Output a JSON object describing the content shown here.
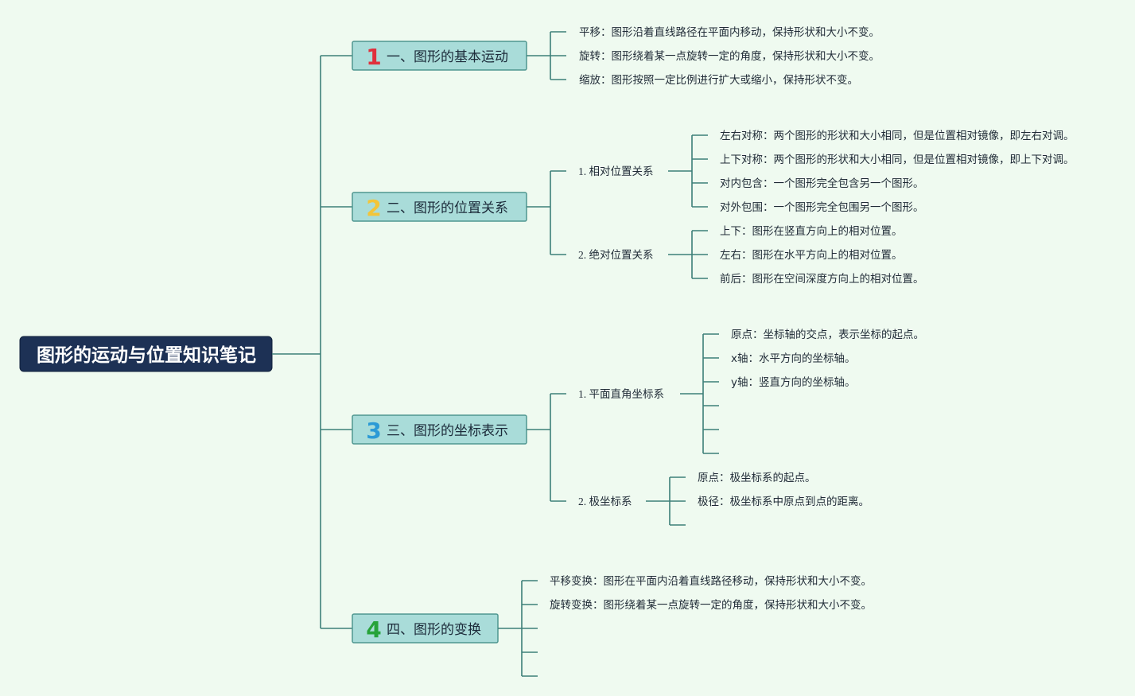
{
  "root": {
    "title": "图形的运动与位置知识笔记"
  },
  "sections": [
    {
      "num": "1",
      "label": "一、图形的基本运动",
      "num_color": "#e0303c",
      "leaves": [
        "平移：图形沿着直线路径在平面内移动，保持形状和大小不变。",
        "旋转：图形绕着某一点旋转一定的角度，保持形状和大小不变。",
        "缩放：图形按照一定比例进行扩大或缩小，保持形状不变。"
      ]
    },
    {
      "num": "2",
      "label": "二、图形的位置关系",
      "num_color": "#f2c53a",
      "subs": [
        {
          "label": "1. 相对位置关系",
          "leaves": [
            "左右对称：两个图形的形状和大小相同，但是位置相对镜像，即左右对调。",
            "上下对称：两个图形的形状和大小相同，但是位置相对镜像，即上下对调。",
            "对内包含：一个图形完全包含另一个图形。",
            "对外包围：一个图形完全包围另一个图形。"
          ]
        },
        {
          "label": "2. 绝对位置关系",
          "leaves": [
            "上下：图形在竖直方向上的相对位置。",
            "左右：图形在水平方向上的相对位置。",
            "前后：图形在空间深度方向上的相对位置。"
          ]
        }
      ]
    },
    {
      "num": "3",
      "label": "三、图形的坐标表示",
      "num_color": "#2b9ad6",
      "subs": [
        {
          "label": "1. 平面直角坐标系",
          "leaves": [
            "原点：坐标轴的交点，表示坐标的起点。",
            "x轴：水平方向的坐标轴。",
            "y轴：竖直方向的坐标轴。",
            "",
            "",
            ""
          ]
        },
        {
          "label": "2. 极坐标系",
          "leaves": [
            "原点：极坐标系的起点。",
            "极径：极坐标系中原点到点的距离。",
            ""
          ]
        }
      ]
    },
    {
      "num": "4",
      "label": "四、图形的变换",
      "num_color": "#27a33a",
      "leaves": [
        "平移变换：图形在平面内沿着直线路径移动，保持形状和大小不变。",
        "旋转变换：图形绕着某一点旋转一定的角度，保持形状和大小不变。",
        "",
        "",
        ""
      ]
    }
  ]
}
